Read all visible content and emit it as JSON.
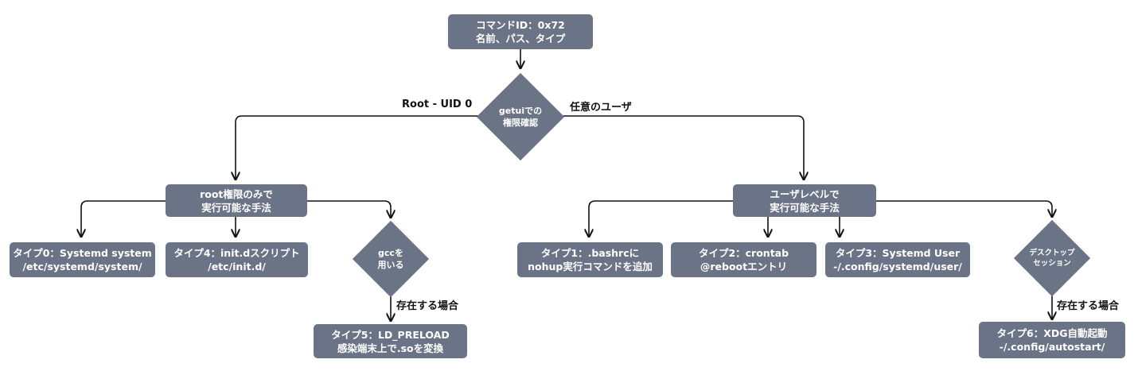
{
  "nodes": {
    "start": {
      "line1": "コマンドID：0x72",
      "line2": "名前、パス、タイプ"
    },
    "check": {
      "line1": "getuiでの",
      "line2": "権限確認"
    },
    "root_only": {
      "line1": "root権限のみで",
      "line2": "実行可能な手法"
    },
    "user_level": {
      "line1": "ユーザレベルで",
      "line2": "実行可能な手法"
    },
    "type0": {
      "line1": "タイプ0：Systemd system",
      "line2": "/etc/systemd/system/"
    },
    "type4": {
      "line1": "タイプ4：init.dスクリプト",
      "line2": "/etc/init.d/"
    },
    "gcc": {
      "line1": "gccを",
      "line2": "用いる"
    },
    "type5": {
      "line1": "タイプ5：LD_PRELOAD",
      "line2": "感染端末上で.soを変換"
    },
    "type1": {
      "line1": "タイプ1：.bashrcに",
      "line2": "nohup実行コマンドを追加"
    },
    "type2": {
      "line1": "タイプ2：crontab",
      "line2": "@rebootエントリ"
    },
    "type3": {
      "line1": "タイプ3：Systemd User",
      "line2": "-/.config/systemd/user/"
    },
    "desktop": {
      "line1": "デスクトップ",
      "line2": "セッション"
    },
    "type6": {
      "line1": "タイプ6：XDG自動起動",
      "line2": "-/.config/autostart/"
    }
  },
  "edge_labels": {
    "root": "Root - UID 0",
    "any_user": "任意のユーザ",
    "exists_gcc": "存在する場合",
    "exists_desktop": "存在する場合"
  },
  "colors": {
    "node_fill": "#6b7486",
    "node_text": "#ffffff",
    "line": "#111111"
  }
}
